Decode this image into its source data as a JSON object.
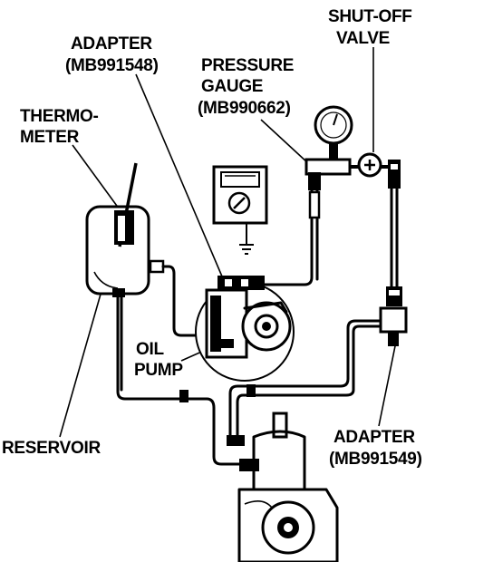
{
  "labels": {
    "shutoff_line1": "SHUT-OFF",
    "shutoff_line2": "VALVE",
    "adapter1_line1": "ADAPTER",
    "adapter1_line2": "(MB991548)",
    "gauge_line1": "PRESSURE",
    "gauge_line2": "GAUGE",
    "gauge_line3": "(MB990662)",
    "thermo_line1": "THERMO-",
    "thermo_line2": "METER",
    "oilpump_line1": "OIL",
    "oilpump_line2": "PUMP",
    "reservoir": "RESERVOIR",
    "adapter2_line1": "ADAPTER",
    "adapter2_line2": "(MB991549)"
  }
}
